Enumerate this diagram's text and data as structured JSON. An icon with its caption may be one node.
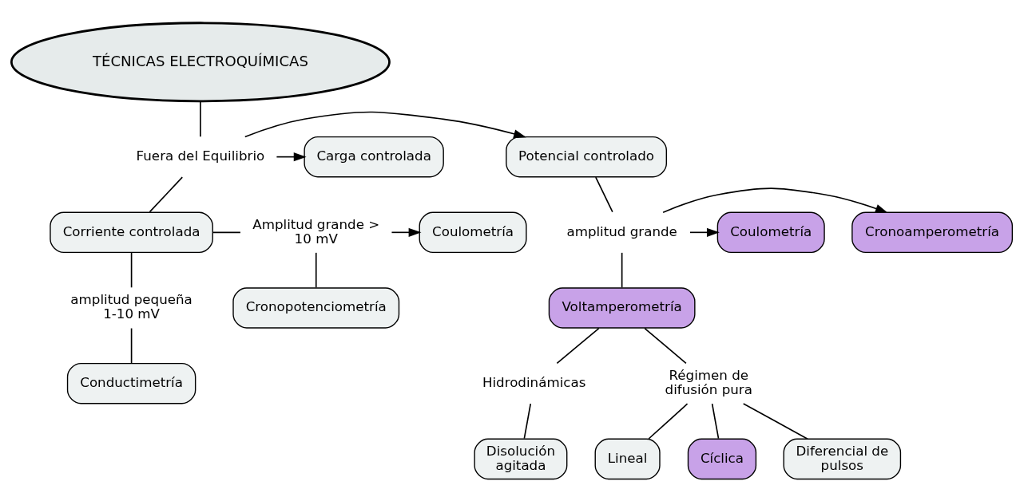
{
  "diagram": {
    "nodes": [
      {
        "text": [
          "TÉCNICAS ELECTROQUÍMICAS"
        ]
      },
      {
        "text": [
          "Fuera del Equilibrio"
        ]
      },
      {
        "text": [
          "Potencial controlado"
        ]
      },
      {
        "text": [
          "Carga controlada"
        ]
      },
      {
        "text": [
          "Corriente controlada"
        ]
      },
      {
        "text": [
          "amplitud grande"
        ]
      },
      {
        "text": [
          "Cronoamperometría"
        ]
      },
      {
        "text": [
          "Coulometría"
        ]
      },
      {
        "text": [
          "Voltamperometría"
        ]
      },
      {
        "text": [
          "Hidrodinámicas"
        ]
      },
      {
        "text": [
          "Régimen de difusión pura"
        ]
      },
      {
        "text": [
          "Disolución agitada"
        ]
      },
      {
        "text": [
          "Lineal"
        ]
      },
      {
        "text": [
          "Cíclica"
        ]
      },
      {
        "text": [
          "Diferencial de pulsos"
        ]
      },
      {
        "text": [
          "Amplitud grande > 10 mV"
        ]
      },
      {
        "text": [
          "Coulometría"
        ]
      },
      {
        "text": [
          "Cronopotenciometría"
        ]
      },
      {
        "text": [
          "amplitud pequeña 1-10 mV"
        ]
      },
      {
        "text": [
          "Conductimetría"
        ]
      }
    ],
    "edges": [
      {
        "from": 0,
        "to": 1,
        "arrow": "none"
      },
      {
        "from": 1,
        "to": 2,
        "arrow": "to"
      },
      {
        "from": 1,
        "to": 3,
        "arrow": "to"
      },
      {
        "from": 1,
        "to": 4,
        "arrow": "none"
      },
      {
        "from": 2,
        "to": 5,
        "arrow": "none"
      },
      {
        "from": 5,
        "to": 6,
        "arrow": "to"
      },
      {
        "from": 5,
        "to": 7,
        "arrow": "to"
      },
      {
        "from": 5,
        "to": 8,
        "arrow": "none"
      },
      {
        "from": 8,
        "to": 9,
        "arrow": "none"
      },
      {
        "from": 8,
        "to": 10,
        "arrow": "none"
      },
      {
        "from": 9,
        "to": 11,
        "arrow": "none"
      },
      {
        "from": 10,
        "to": 12,
        "arrow": "none"
      },
      {
        "from": 10,
        "to": 13,
        "arrow": "none"
      },
      {
        "from": 10,
        "to": 14,
        "arrow": "none"
      },
      {
        "from": 4,
        "to": 15,
        "arrow": "none"
      },
      {
        "from": 15,
        "to": 16,
        "arrow": "to"
      },
      {
        "from": 15,
        "to": 17,
        "arrow": "none"
      },
      {
        "from": 4,
        "to": 18,
        "arrow": "none"
      },
      {
        "from": 18,
        "to": 19,
        "arrow": "none"
      }
    ]
  }
}
